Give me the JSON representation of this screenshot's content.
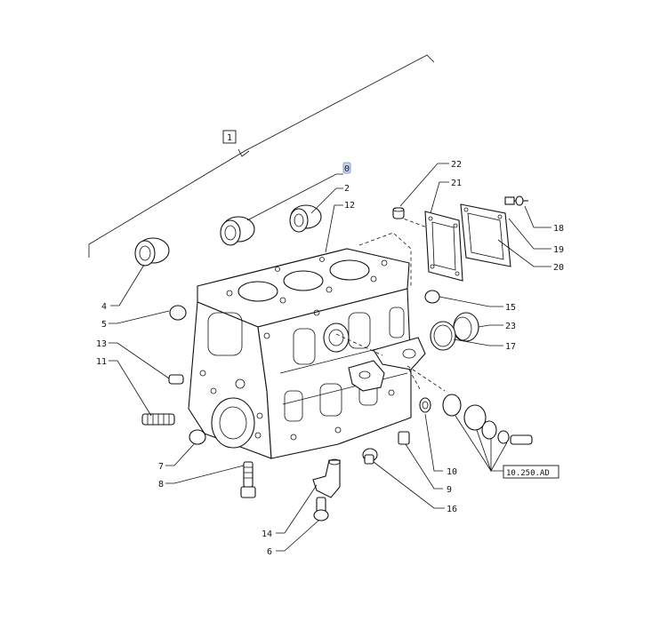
{
  "diagram": {
    "group_label": "1",
    "callouts": [
      {
        "id": "c0",
        "text": "0"
      },
      {
        "id": "c2",
        "text": "2"
      },
      {
        "id": "c12",
        "text": "12"
      },
      {
        "id": "c22",
        "text": "22"
      },
      {
        "id": "c21",
        "text": "21"
      },
      {
        "id": "c18",
        "text": "18"
      },
      {
        "id": "c19",
        "text": "19"
      },
      {
        "id": "c20",
        "text": "20"
      },
      {
        "id": "c15",
        "text": "15"
      },
      {
        "id": "c23",
        "text": "23"
      },
      {
        "id": "c17",
        "text": "17"
      },
      {
        "id": "c4",
        "text": "4"
      },
      {
        "id": "c5",
        "text": "5"
      },
      {
        "id": "c13",
        "text": "13"
      },
      {
        "id": "c11",
        "text": "11"
      },
      {
        "id": "c7",
        "text": "7"
      },
      {
        "id": "c8",
        "text": "8"
      },
      {
        "id": "c14",
        "text": "14"
      },
      {
        "id": "c6",
        "text": "6"
      },
      {
        "id": "c16",
        "text": "16"
      },
      {
        "id": "c9",
        "text": "9"
      },
      {
        "id": "c10",
        "text": "10"
      }
    ],
    "reference_box": "10.250.AD",
    "highlight_color": "#c9d6f0"
  }
}
